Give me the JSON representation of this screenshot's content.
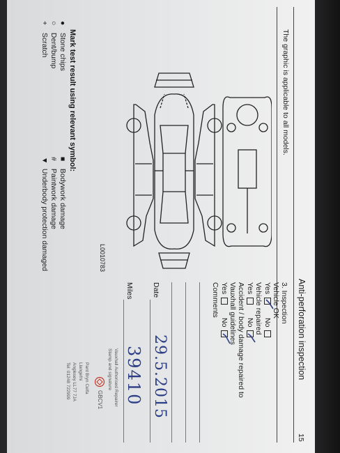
{
  "header": {
    "title": "Anti-perforation inspection",
    "page_number": "15"
  },
  "note": "The graphic is applicable to all models.",
  "diagram": {
    "code": "L0010783"
  },
  "inspection": {
    "heading": "3. Inspection",
    "vehicle_ok": "Vehicle OK",
    "yes": "Yes",
    "no": "No",
    "vehicle_repaired": "Vehicle repaired",
    "accident_line1": "Accident / body damage repaired to",
    "accident_line2": "Vauxhall guidelines",
    "comments": "Comments"
  },
  "fields": {
    "date_label": "Date",
    "miles_label": "Miles",
    "date_value": "29.5.2015",
    "miles_value": "39410"
  },
  "stamp": {
    "line1": "Vauxhall Authorised Repairer",
    "line2": "Stamp and signature",
    "line3": "GBCV1",
    "line4": "Pant Bryn Celfa",
    "line5": "Llangefni",
    "line6": "Anglesey LL77 7JA",
    "line7": "Tel: 01248 722999"
  },
  "legend": {
    "title": "Mark test result using relevant symbol:",
    "items": [
      {
        "symbol": "●",
        "label": "Stone chips"
      },
      {
        "symbol": "○",
        "label": "Dent/bump"
      },
      {
        "symbol": "+",
        "label": "Scratch"
      },
      {
        "symbol": "■",
        "label": "Bodywork damage"
      },
      {
        "symbol": "#",
        "label": "Paintwork damage"
      },
      {
        "symbol": "▼",
        "label": "Underbody protection damaged"
      }
    ]
  },
  "colors": {
    "ink": "#2b3d84",
    "stamp_red": "#c0392b"
  }
}
